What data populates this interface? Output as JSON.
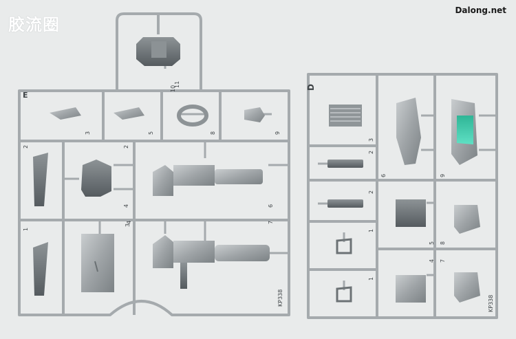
{
  "watermarks": {
    "left": "胶流圈",
    "right": "Dalong.net"
  },
  "colors": {
    "background": "#e9ebeb",
    "runner_silver": "#a9aeb1",
    "part_dark": "#5f6569",
    "clear_green": "#37c7a8"
  },
  "left_runner": {
    "letter": "E",
    "code": "KP338",
    "gate_numbers": [
      "1",
      "2",
      "2",
      "3",
      "3",
      "4",
      "4",
      "5",
      "6",
      "7",
      "8",
      "9",
      "10",
      "11"
    ]
  },
  "right_runner": {
    "letter": "D",
    "code": "KP338",
    "gate_numbers": [
      "1",
      "1",
      "2",
      "2",
      "3",
      "4",
      "5",
      "6",
      "7",
      "8",
      "9"
    ]
  }
}
